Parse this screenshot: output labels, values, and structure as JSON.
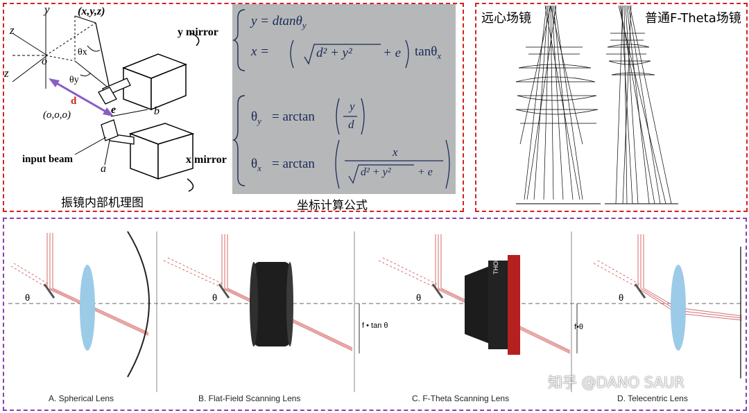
{
  "galvo": {
    "caption": "振镜内部机理图",
    "labels": {
      "y": "y",
      "xyz": "(x,y,z)",
      "z1": "z",
      "z2": "z",
      "o": "o",
      "theta_x": "θx",
      "theta_y": "θy",
      "d": "d",
      "origin": "(o,o,o)",
      "e": "e",
      "b": "b",
      "a": "a",
      "y_mirror": "y mirror",
      "x_mirror": "x mirror",
      "input_beam": "input beam"
    }
  },
  "formula": {
    "caption": "坐标计算公式",
    "eq1": "y  =  dtanθ",
    "eq1_sub": "y",
    "eq2_lhs": "x  =",
    "eq2_root": "d² + y²",
    "eq2_plus": "+ e",
    "eq2_tail": "tanθ",
    "eq2_sub": "x",
    "eq3_lhs": "θ",
    "eq3_lhs_sub": "y",
    "eq3_mid": "=  arctan",
    "eq3_num": "y",
    "eq3_den": "d",
    "eq4_lhs": "θ",
    "eq4_lhs_sub": "x",
    "eq4_mid": "=  arctan",
    "eq4_num": "x",
    "eq4_den_root": "d² + y²",
    "eq4_den_plus": "+  e"
  },
  "lens_compare": {
    "label_left": "远心场镜",
    "label_right": "普通F-Theta场镜"
  },
  "scanning": {
    "captions": [
      "A. Spherical Lens",
      "B. Flat-Field Scanning Lens",
      "C. F-Theta Scanning Lens",
      "D. Telecentric Lens"
    ],
    "theta": "θ",
    "f_tan": "f • tan θ",
    "f_theta": "f•θ",
    "brand": "THORLABS"
  },
  "watermark": "知乎 @DANO SAUR",
  "colors": {
    "red_border": "#d42020",
    "purple_border": "#8a3fb0",
    "lens_blue": "#9ccbe8",
    "beam_red": "#d66a6a"
  }
}
